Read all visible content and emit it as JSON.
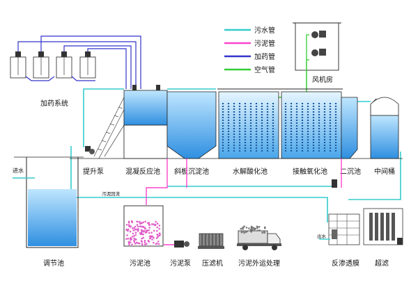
{
  "legend": {
    "sewage": "污水管",
    "sludge": "污泥管",
    "dosing": "加药管",
    "air": "空气管"
  },
  "colors": {
    "sewage": "#33cccc",
    "sludge": "#ff44cc",
    "dosing": "#3333cc",
    "air": "#33cc33",
    "water": "#3399ee"
  },
  "labels": {
    "dosing_system": "加药系统",
    "blower_room": "风机房",
    "inlet": "进水",
    "lift_pump": "提升泵",
    "coag_tank": "混凝反应池",
    "incline_settler": "斜板沉淀池",
    "hydrolysis": "水解酸化池",
    "contact_oxidation": "接触氧化池",
    "secondary_settler": "二沉池",
    "middle_tank": "中间桶",
    "equalization": "调节池",
    "sludge_tank": "污泥池",
    "sludge_pump": "污泥泵",
    "filter_press": "压滤机",
    "sludge_transport": "污泥外运处理",
    "ro": "反渗透膜",
    "uf": "超滤",
    "outlet": "出水",
    "sludge_return": "污泥回流"
  }
}
